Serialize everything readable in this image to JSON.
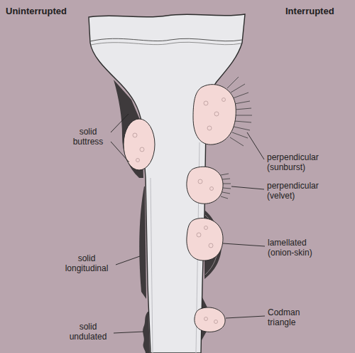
{
  "diagram": {
    "labels": [
      "Uninterrupted",
      "Interrupted",
      "solid buttress",
      "solid longitudinal",
      "solid undulated",
      "perpendicular (sunburst)",
      "perpendicular (velvet)",
      "lamellated (onion-skin)",
      "Codman triangle"
    ]
  }
}
